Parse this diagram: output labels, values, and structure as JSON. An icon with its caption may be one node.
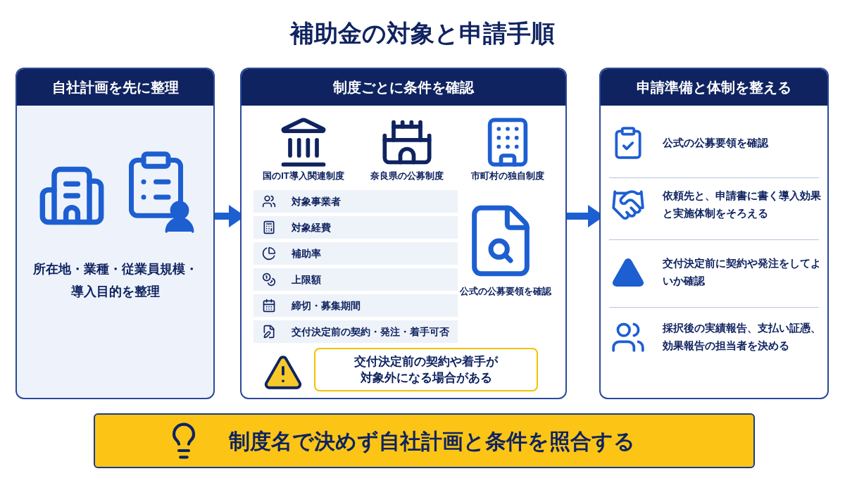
{
  "diagram": {
    "title": "補助金の対象と申請手順",
    "nodes": [
      {
        "text": [
          "自社計画を先に整理",
          "所在地・業種・従業員規模・導入目的を整理"
        ]
      },
      {
        "text": [
          "制度ごとに条件を確認"
        ]
      },
      {
        "text": [
          "対象事業者"
        ],
        "in": 1
      },
      {
        "text": [
          "対象経費"
        ],
        "in": 1
      },
      {
        "text": [
          "補助率"
        ],
        "in": 1
      },
      {
        "text": [
          "上限額"
        ],
        "in": 1
      },
      {
        "text": [
          "締切・募集期間"
        ],
        "in": 1
      },
      {
        "text": [
          "交付決定前の契約・発注・着手可否"
        ],
        "in": 1
      },
      {
        "text": [
          "交付決定前の契約や着手が対象外になる場合がある"
        ],
        "in": 1
      },
      {
        "text": [
          "申請準備と体制を整える"
        ]
      },
      {
        "text": [
          "制度名で決めず自社計画と条件を照合する"
        ]
      }
    ],
    "edges": [
      {
        "from": 0,
        "to": 1,
        "arrow": "to"
      },
      {
        "from": 1,
        "to": 9,
        "arrow": "to"
      }
    ],
    "labels": [
      "国のIT導入関連制度",
      "奈良県の公募制度",
      "市町村の独自制度",
      "公式の公募要領を確認",
      "公式の公募要領を確認",
      "依頼先と、申請書に書く導入効果と実施体制をそろえる",
      "交付決定前に契約や発注をしてよいか確認",
      "採択後の実績報告、支払い証憑、効果報告の担当者を決める"
    ]
  }
}
